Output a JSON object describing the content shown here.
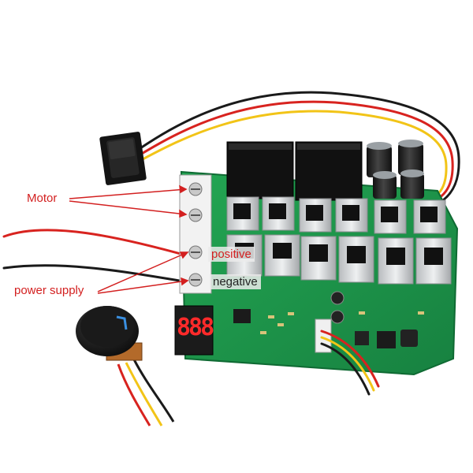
{
  "annotations": {
    "motor": "Motor",
    "power_supply": "power supply",
    "positive": "positive",
    "negative": "negative"
  },
  "display": {
    "digits": "888",
    "color": "#ff2a2a"
  },
  "colors": {
    "pcb": "#1e9a4c",
    "label_red": "#d32020",
    "wire_red": "#d8231f",
    "wire_yellow": "#f2c417",
    "wire_black": "#1a1a1a"
  }
}
